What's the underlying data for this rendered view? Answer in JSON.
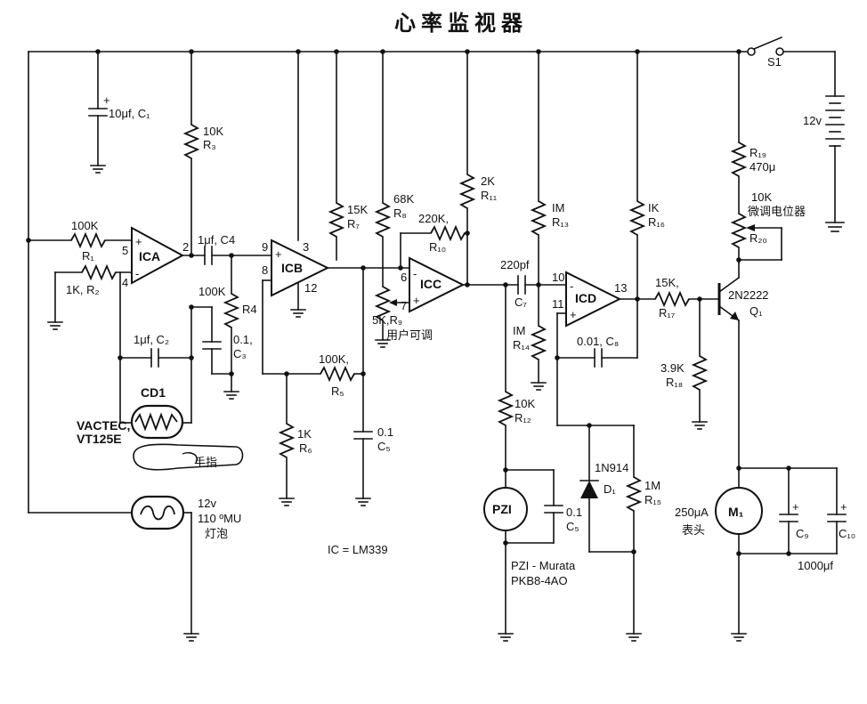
{
  "title": "心率监视器",
  "switch": "S1",
  "battery": "12v",
  "c1": "10μf, C₁",
  "r3": [
    "10K",
    "R₃"
  ],
  "r1": [
    "100K",
    "R₁"
  ],
  "r2": "1K, R₂",
  "ica": "ICA",
  "ica_pins": [
    "5",
    "4",
    "2"
  ],
  "c4": "1μf, C4",
  "r4": [
    "100K",
    "R4"
  ],
  "c3": [
    "0.1,",
    "C₃"
  ],
  "c2": "1μf, C₂",
  "cd1": "CD1",
  "vactec": [
    "VACTEC,",
    "VT125E"
  ],
  "finger": "手指",
  "lamp": [
    "12v",
    "110 ºMU",
    "灯泡"
  ],
  "icb": "ICB",
  "icb_pins": [
    "9",
    "8",
    "3",
    "12"
  ],
  "r7": [
    "15K",
    "R₇"
  ],
  "r5": [
    "100K,",
    "R₅"
  ],
  "r6": [
    "1K",
    "R₆"
  ],
  "c5a": [
    "0.1",
    "C₅"
  ],
  "ic_note": "IC = LM339",
  "r8": [
    "68K",
    "R₈"
  ],
  "r9": [
    "5K,R₉",
    "用户可调"
  ],
  "r10": [
    "220K,",
    "R₁₀"
  ],
  "r11": [
    "2K",
    "R₁₁"
  ],
  "icc": "ICC",
  "icc_pins": [
    "6",
    "7"
  ],
  "c7": [
    "220pf",
    "C₇"
  ],
  "r13": [
    "IM",
    "R₁₃"
  ],
  "r14": [
    "IM",
    "R₁₄"
  ],
  "r12": [
    "10K",
    "R₁₂"
  ],
  "pzi": "PZI",
  "c5b": [
    "0.1",
    "C₅"
  ],
  "pzi_note": [
    "PZI - Murata",
    "PKB8-4AO"
  ],
  "icd": "ICD",
  "icd_pins": [
    "10",
    "11",
    "13"
  ],
  "c8": "0.01, C₈",
  "d1": [
    "1N914",
    "D₁"
  ],
  "r15": [
    "1M",
    "R₁₅"
  ],
  "r16": [
    "IK",
    "R₁₆"
  ],
  "r17": [
    "15K,",
    "R₁₇"
  ],
  "r18": [
    "3.9K",
    "R₁₈"
  ],
  "q1": [
    "2N2222",
    "Q₁"
  ],
  "r19": [
    "R₁₉",
    "470μ"
  ],
  "r20": [
    "10K",
    "微调电位器",
    "R₂₀"
  ],
  "m1": "M₁",
  "meter": [
    "250μA",
    "表头"
  ],
  "c9": "C₉",
  "c10": "C₁₀",
  "c9c10": "1000μf"
}
